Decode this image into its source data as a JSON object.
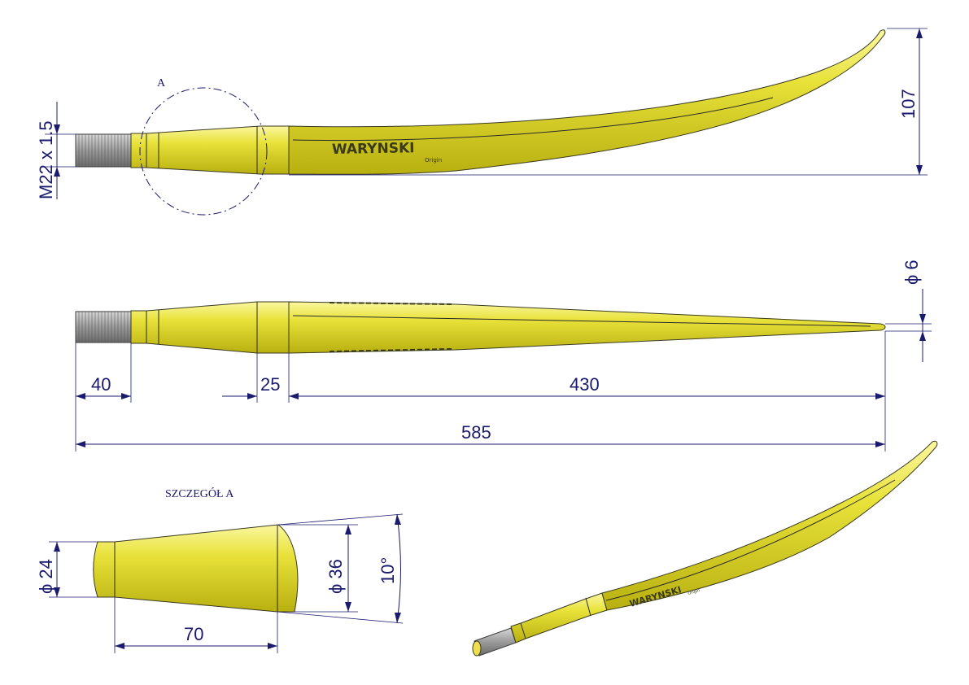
{
  "colors": {
    "tine_yellow": "#e8e23a",
    "tine_highlight": "#fbf7a0",
    "tine_shadow": "#b8b010",
    "dimension_blue": "#1a1a6e",
    "thread_grey": "#9a9a9a"
  },
  "side_view": {
    "detail_marker": "A",
    "thread_label": "M22 x 1.5",
    "height_dim": "107",
    "logo": "WARYNSKI",
    "logo_sub": "Origin"
  },
  "top_view": {
    "tip_diameter": "ϕ 6",
    "dim_thread_length": "40",
    "dim_collar_length": "25",
    "dim_blade_length": "430",
    "dim_total_length": "585"
  },
  "detail_view": {
    "title": "SZCZEGÓŁ A",
    "small_diameter": "ϕ 24",
    "large_diameter": "ϕ 36",
    "taper_angle": "10°",
    "taper_length": "70"
  },
  "iso_view": {
    "logo": "WARYNSKI",
    "logo_sub": "Origin"
  }
}
